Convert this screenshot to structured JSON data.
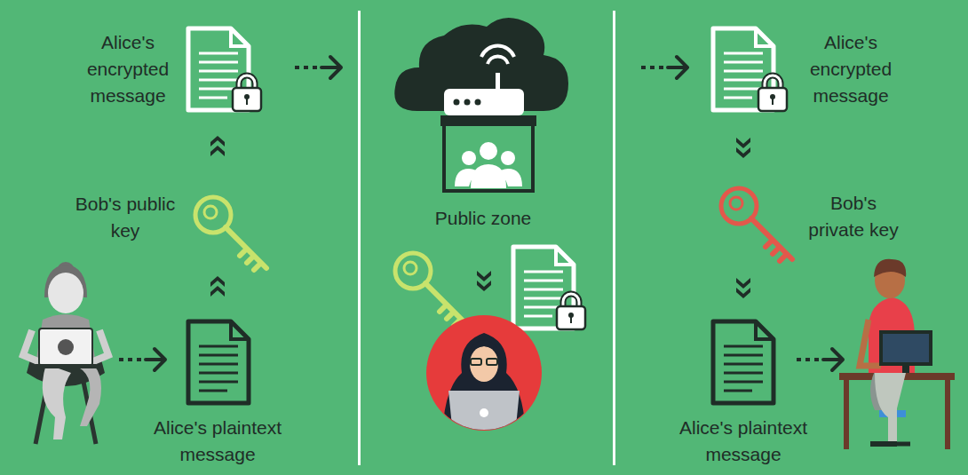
{
  "diagram": {
    "labels": [
      "Alice's encrypted message",
      "Bob's public key",
      "Alice's plaintext message",
      "Public zone",
      "Alice's encrypted message",
      "Bob's private key",
      "Alice's plaintext message"
    ]
  }
}
